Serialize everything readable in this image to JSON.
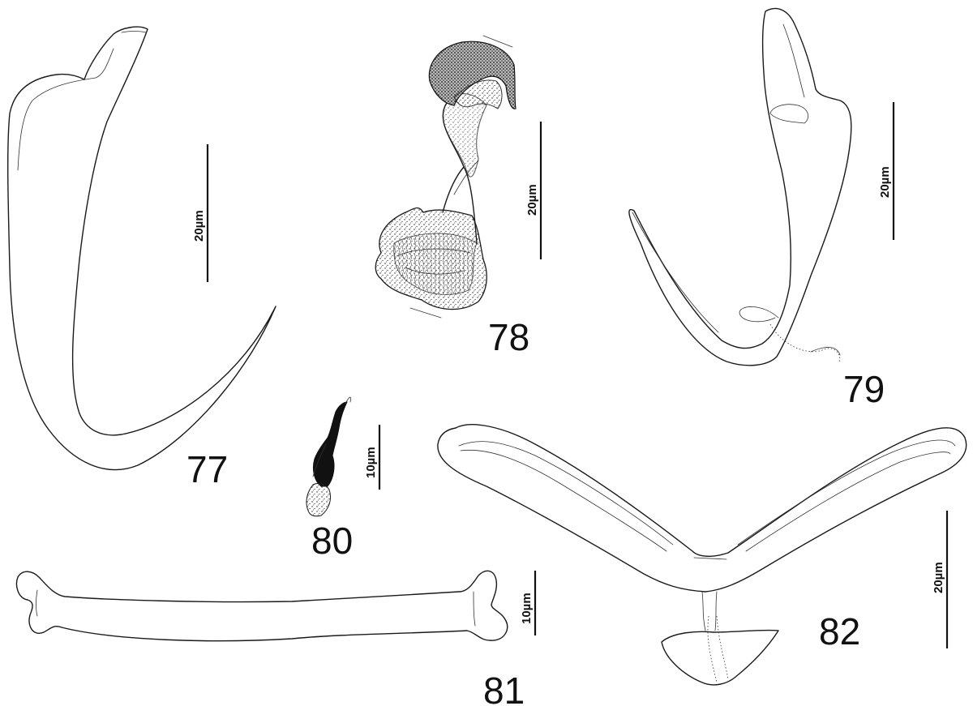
{
  "figures": [
    {
      "number": "77",
      "scale_label": "20µm"
    },
    {
      "number": "78",
      "scale_label": "20µm"
    },
    {
      "number": "79",
      "scale_label": "20µm"
    },
    {
      "number": "80",
      "scale_label": "10µm"
    },
    {
      "number": "81",
      "scale_label": "10µm"
    },
    {
      "number": "82",
      "scale_label": "20µm"
    }
  ]
}
